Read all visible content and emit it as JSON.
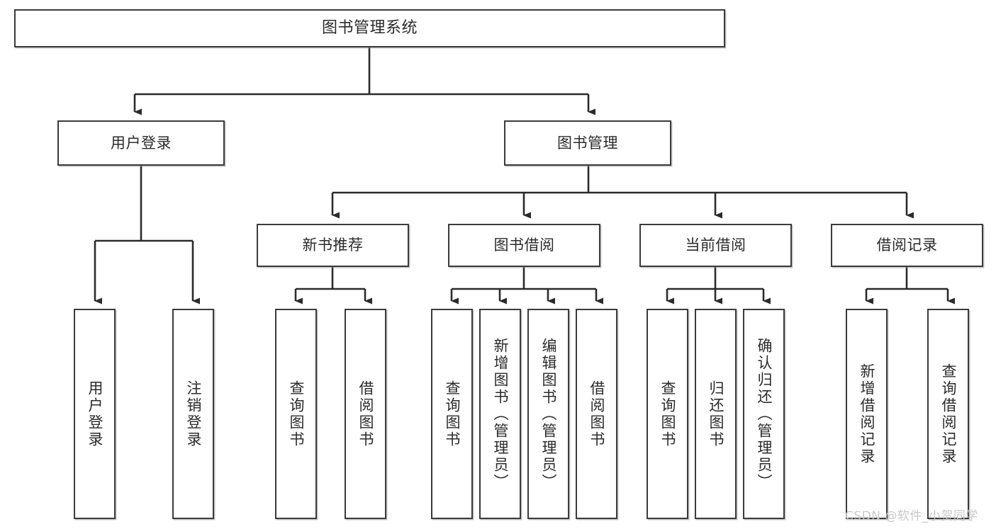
{
  "diagram": {
    "type": "tree",
    "title": "图书管理系统",
    "watermark": "CSDN @软件_小贺同学",
    "colors": {
      "box_border": "#3b3b3b",
      "box_fill": "#ffffff",
      "connector": "#2b2b2b",
      "text": "#2b2b2b",
      "watermark": "#c9c9c9"
    },
    "levels": {
      "root": {
        "label": "图书管理系统"
      },
      "level2": [
        {
          "label": "用户登录"
        },
        {
          "label": "图书管理"
        }
      ],
      "level3": [
        {
          "label": "新书推荐"
        },
        {
          "label": "图书借阅"
        },
        {
          "label": "当前借阅"
        },
        {
          "label": "借阅记录"
        }
      ],
      "leaves": [
        {
          "label": "用户登录",
          "parent": "用户登录"
        },
        {
          "label": "注销登录",
          "parent": "用户登录"
        },
        {
          "label": "查询图书",
          "parent": "新书推荐"
        },
        {
          "label": "借阅图书",
          "parent": "新书推荐"
        },
        {
          "label": "查询图书",
          "parent": "图书借阅"
        },
        {
          "label": "新增图书（管理员）",
          "parent": "图书借阅"
        },
        {
          "label": "编辑图书（管理员）",
          "parent": "图书借阅"
        },
        {
          "label": "借阅图书",
          "parent": "图书借阅"
        },
        {
          "label": "查询图书",
          "parent": "当前借阅"
        },
        {
          "label": "归还图书",
          "parent": "当前借阅"
        },
        {
          "label": "确认归还（管理员）",
          "parent": "当前借阅"
        },
        {
          "label": "新增借阅记录",
          "parent": "借阅记录"
        },
        {
          "label": "查询借阅记录",
          "parent": "借阅记录"
        }
      ]
    }
  }
}
